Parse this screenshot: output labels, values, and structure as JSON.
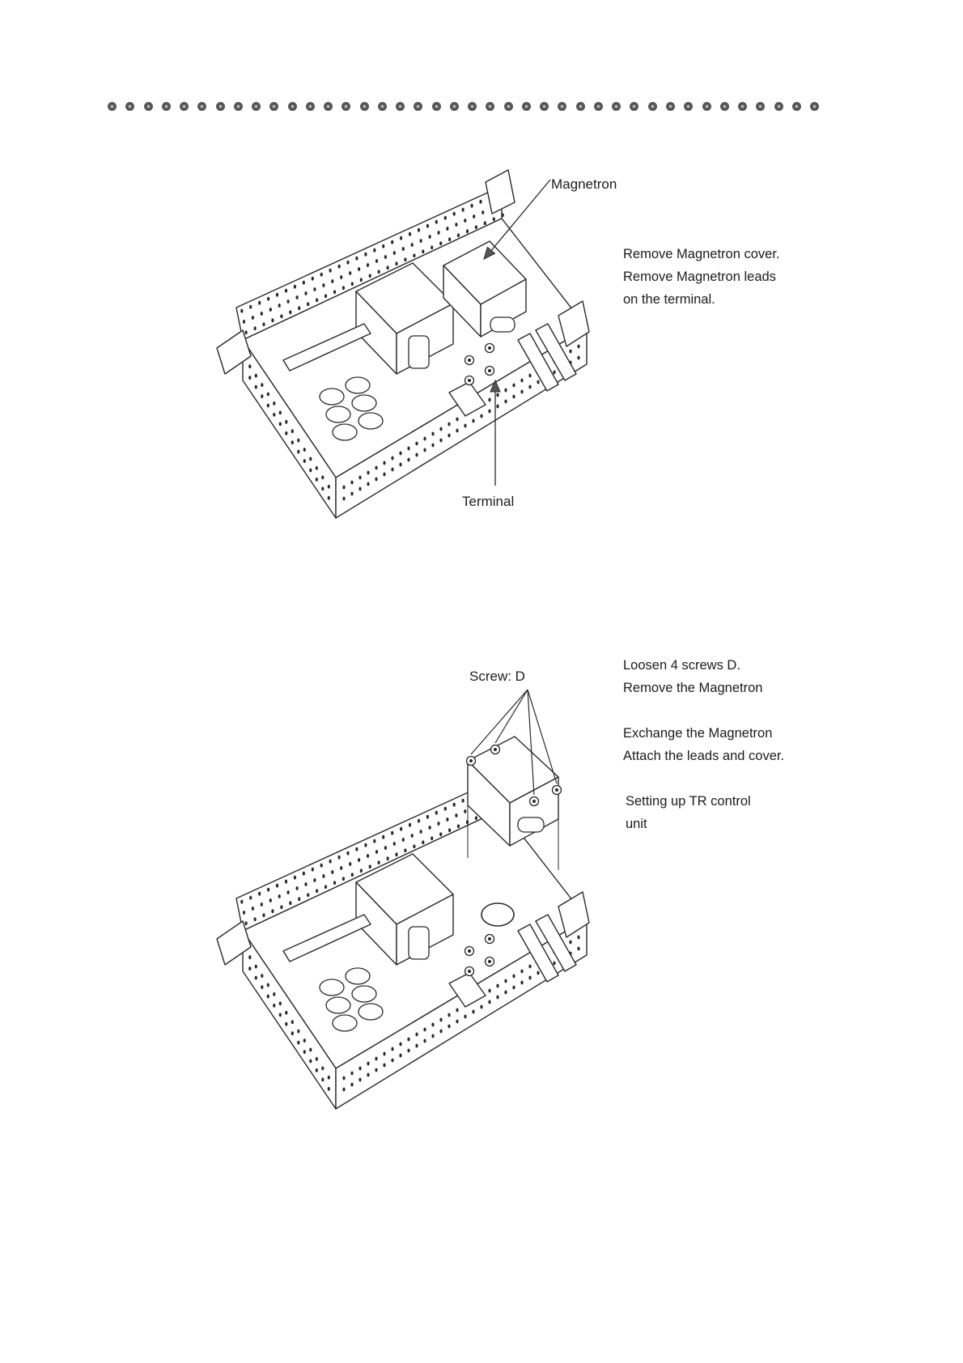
{
  "header": {
    "dot_count": 40,
    "dot_color": "#555555"
  },
  "figure1": {
    "label_magnetron": "Magnetron",
    "label_terminal": "Terminal",
    "notes": [
      "Remove Magnetron cover.",
      "Remove Magnetron leads",
      "on the terminal."
    ]
  },
  "figure2": {
    "label_screw": "Screw: D",
    "notes_group1": [
      "Loosen 4 screws D.",
      "Remove the Magnetron"
    ],
    "notes_group2": [
      "Exchange the Magnetron",
      "Attach the leads and cover."
    ],
    "notes_group3": [
      "Setting up TR control",
      "unit"
    ]
  },
  "colors": {
    "line": "#2a2a2a",
    "paper": "#ffffff"
  }
}
